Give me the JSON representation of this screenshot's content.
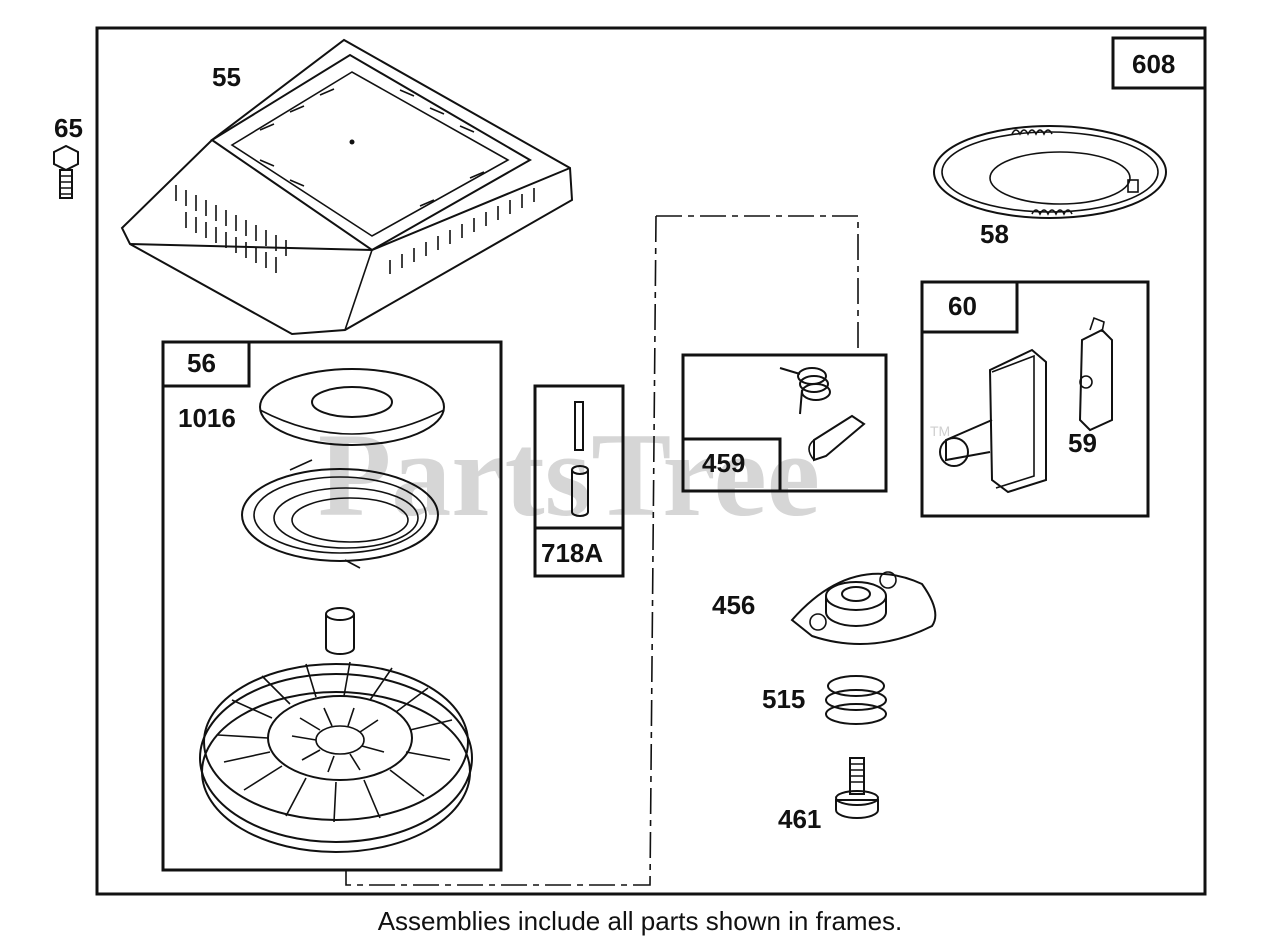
{
  "watermark": {
    "text": "PartsTree",
    "tm": "TM"
  },
  "caption": "Assemblies include all parts shown in frames.",
  "labels": {
    "p55": "55",
    "p65": "65",
    "p608": "608",
    "p58": "58",
    "p60": "60",
    "p59": "59",
    "p56": "56",
    "p1016": "1016",
    "p718A": "718A",
    "p459": "459",
    "p456": "456",
    "p515": "515",
    "p461": "461"
  }
}
